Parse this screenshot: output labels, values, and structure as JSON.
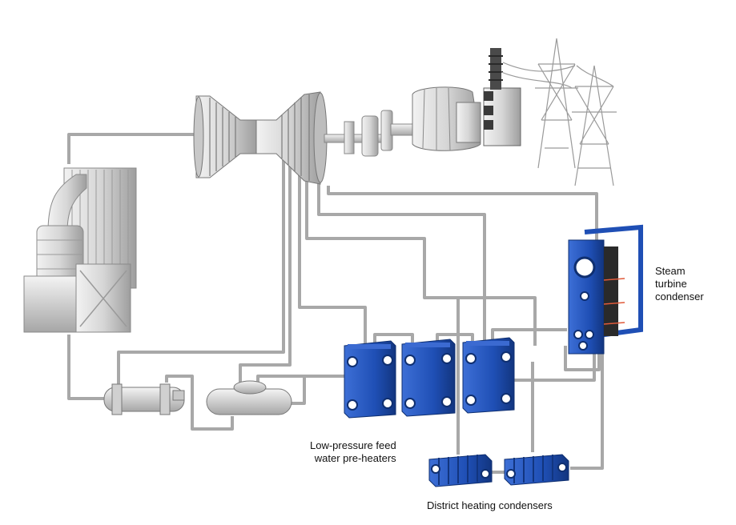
{
  "labels": {
    "condenser": [
      "Steam",
      "turbine",
      "condenser"
    ],
    "preheaters": [
      "Low-pressure feed",
      "water pre-heaters"
    ],
    "district": "District heating condensers"
  },
  "colors": {
    "pipe": "#a8a8a8",
    "equipment_blue": "#1f4fb5",
    "equipment_blue_dark": "#153a8a",
    "equipment_gray": "#d8d8d8",
    "equipment_gray_dark": "#a0a0a0",
    "label_text": "#111111"
  },
  "components": [
    "boiler",
    "steam-turbine",
    "generator",
    "transformer",
    "transmission-towers",
    "feedwater-tank",
    "deaerator",
    "steam-turbine-condenser",
    "low-pressure-feed-water-pre-heaters",
    "district-heating-condensers"
  ]
}
